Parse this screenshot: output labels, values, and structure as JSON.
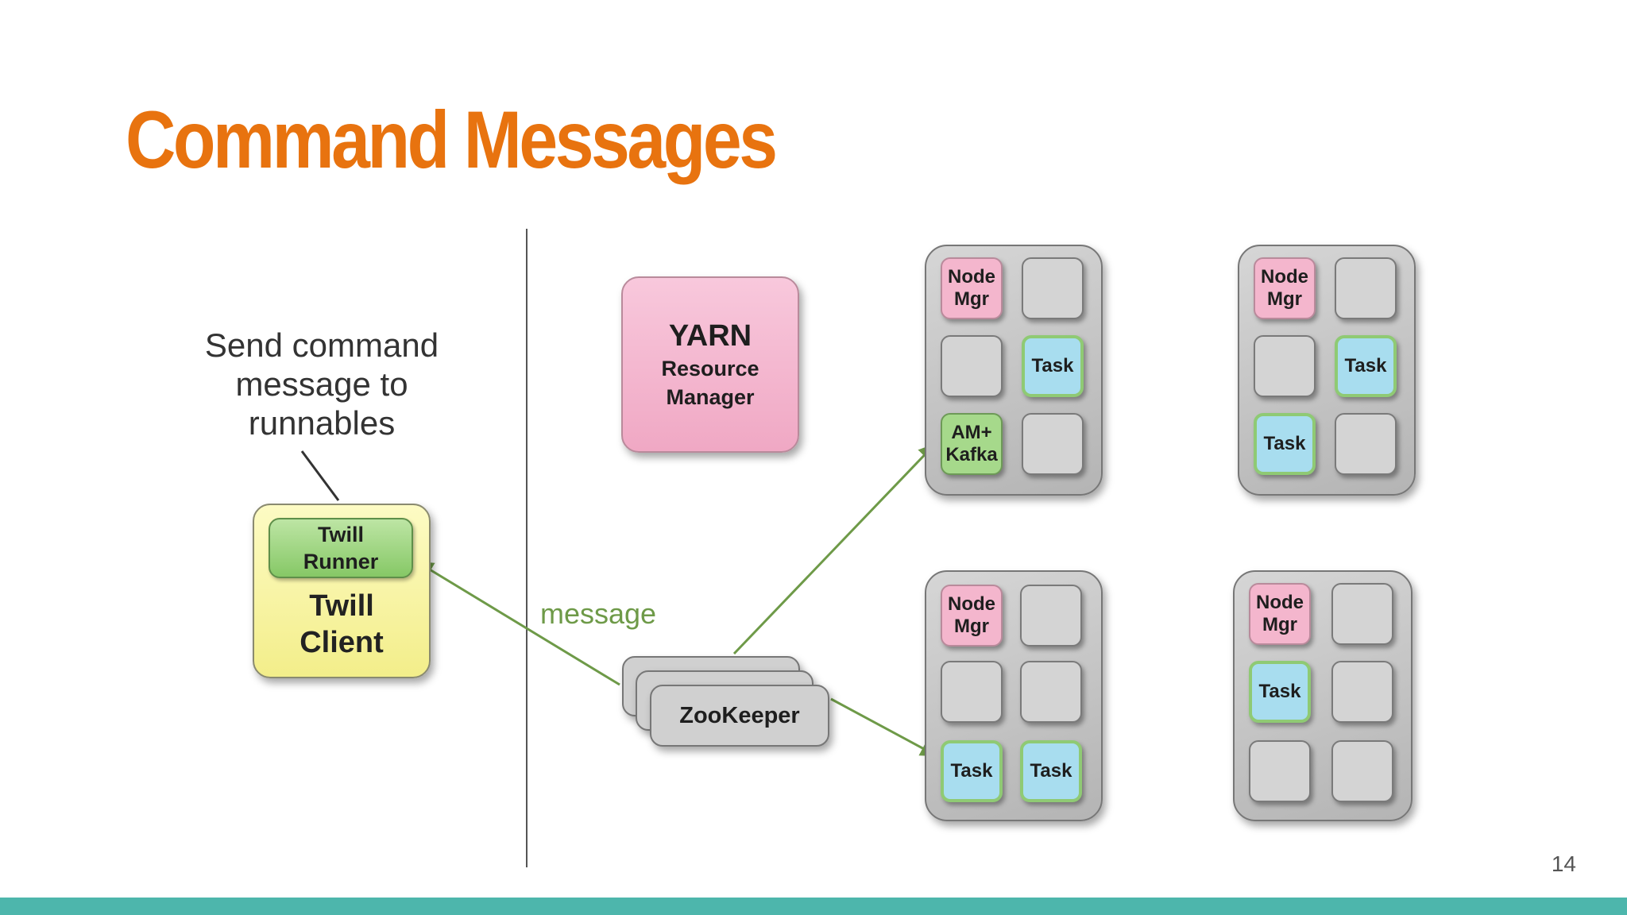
{
  "slide": {
    "title": "Command Messages",
    "page_number": "14"
  },
  "diagram": {
    "caption": [
      "Send command",
      "message to",
      "runnables"
    ],
    "twill_client": {
      "runner_label": "Twill\nRunner",
      "client_label": "Twill\nClient"
    },
    "yarn": {
      "title": "YARN",
      "subtitle": "Resource\nManager"
    },
    "zookeeper": "ZooKeeper",
    "message_label": "message",
    "nodes": [
      {
        "cells": [
          {
            "kind": "mgr",
            "label": "Node\nMgr"
          },
          {
            "kind": "empty",
            "label": ""
          },
          {
            "kind": "empty",
            "label": ""
          },
          {
            "kind": "task",
            "label": "Task"
          },
          {
            "kind": "am",
            "label": "AM+\nKafka"
          },
          {
            "kind": "empty",
            "label": ""
          }
        ]
      },
      {
        "cells": [
          {
            "kind": "mgr",
            "label": "Node\nMgr"
          },
          {
            "kind": "empty",
            "label": ""
          },
          {
            "kind": "empty",
            "label": ""
          },
          {
            "kind": "task",
            "label": "Task"
          },
          {
            "kind": "task",
            "label": "Task"
          },
          {
            "kind": "empty",
            "label": ""
          }
        ]
      },
      {
        "cells": [
          {
            "kind": "mgr",
            "label": "Node\nMgr"
          },
          {
            "kind": "empty",
            "label": ""
          },
          {
            "kind": "empty",
            "label": ""
          },
          {
            "kind": "empty",
            "label": ""
          },
          {
            "kind": "task",
            "label": "Task"
          },
          {
            "kind": "task",
            "label": "Task"
          }
        ]
      },
      {
        "cells": [
          {
            "kind": "mgr",
            "label": "Node\nMgr"
          },
          {
            "kind": "empty",
            "label": ""
          },
          {
            "kind": "task",
            "label": "Task"
          },
          {
            "kind": "empty",
            "label": ""
          },
          {
            "kind": "empty",
            "label": ""
          },
          {
            "kind": "empty",
            "label": ""
          }
        ]
      }
    ]
  },
  "colors": {
    "title": "#e8730f",
    "arrow": "#6e9a48",
    "footer": "#4db6ac",
    "node_mgr": "#f4b6cd",
    "task": "#a8ddef",
    "am": "#a6d98b",
    "client": "#f3ee8a"
  }
}
